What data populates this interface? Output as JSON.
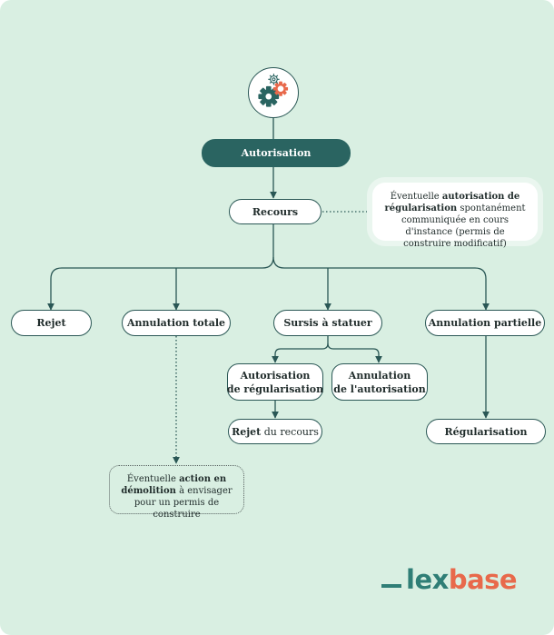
{
  "diagram": {
    "root": {
      "label": "Autorisation",
      "icon": "gears-icon"
    },
    "recours": {
      "label": "Recours"
    },
    "note_regularisation": {
      "prefix": "Éventuelle ",
      "bold": "autorisation de régularisation",
      "suffix": " spontanément communiquée en cours d'instance (permis de construire modificatif)"
    },
    "outcomes": {
      "rejet": "Rejet",
      "annulation_totale": "Annulation totale",
      "sursis": "Sursis à statuer",
      "annulation_partielle": "Annulation partielle"
    },
    "sursis_children": {
      "autorisation_regularisation": [
        "Autorisation",
        "de régularisation"
      ],
      "annulation_autorisation": [
        "Annulation",
        "de l'autorisation"
      ]
    },
    "rejet_recours": {
      "bold": "Rejet",
      "rest": " du recours"
    },
    "regularisation": "Régularisation",
    "note_demolition": {
      "prefix": "Éventuelle ",
      "bold": "action en démolition",
      "suffix": " à envisager pour un permis de construire"
    },
    "colors": {
      "background": "#d9efe2",
      "dark_teal": "#2a6461",
      "line": "#2a5755",
      "accent_orange": "#e8694b",
      "logo_teal": "#2f7e76"
    }
  },
  "brand": {
    "lex": "lex",
    "base": "base"
  }
}
